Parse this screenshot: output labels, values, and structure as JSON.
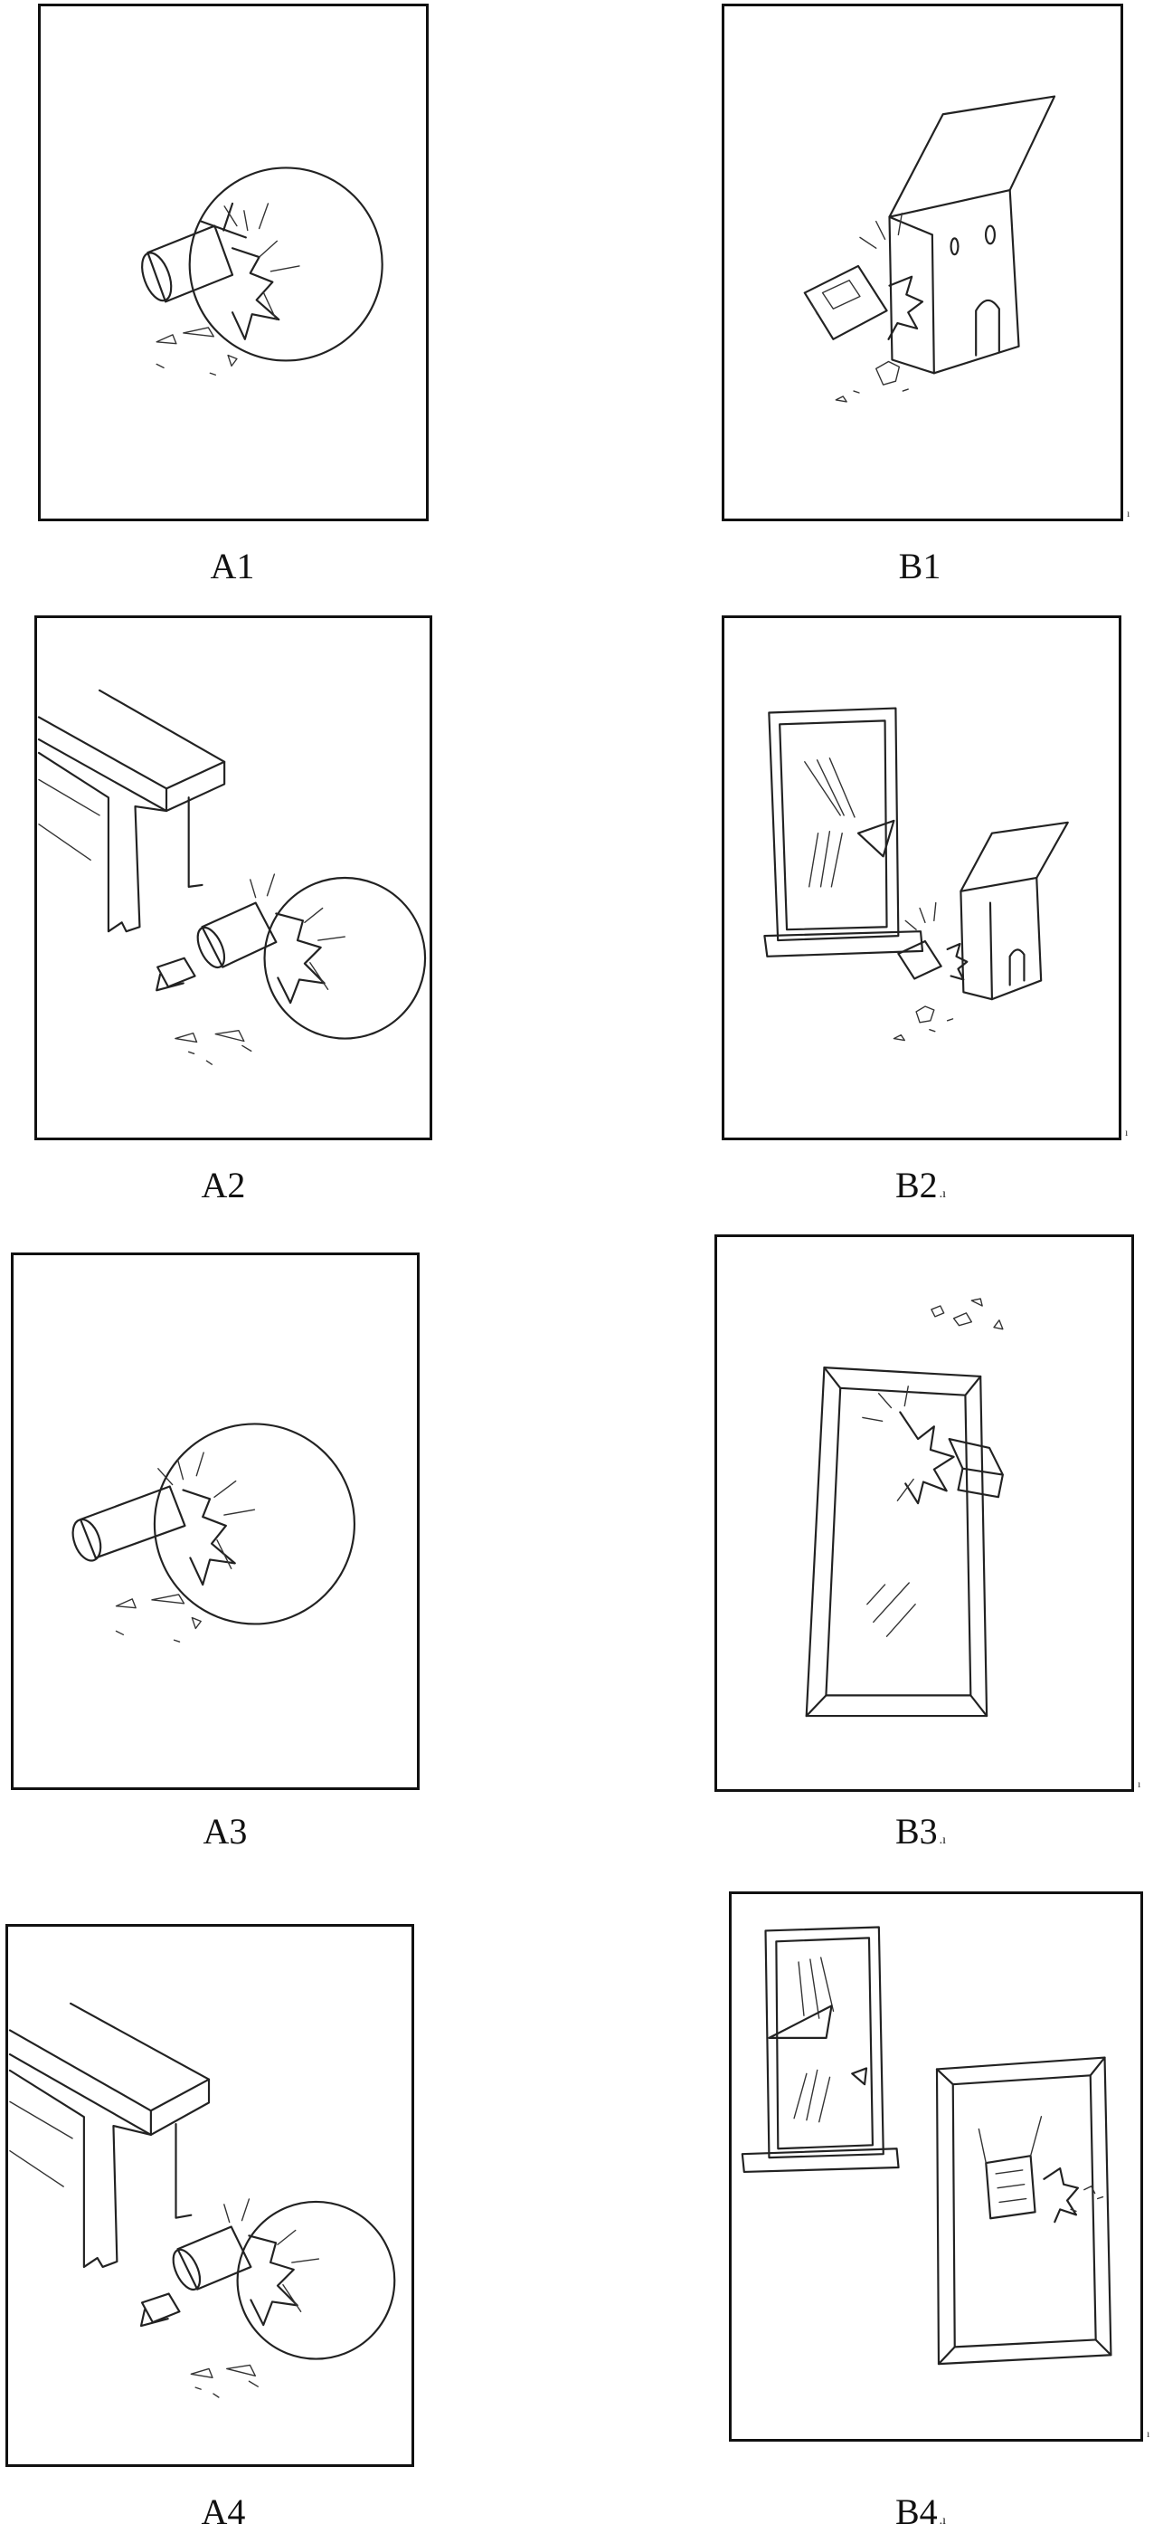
{
  "panels": [
    {
      "id": "A1",
      "label": "A1",
      "suffix": ""
    },
    {
      "id": "B1",
      "label": "B1",
      "suffix": ""
    },
    {
      "id": "A2",
      "label": "A2",
      "suffix": ""
    },
    {
      "id": "B2",
      "label": "B2",
      "suffix": ".ı"
    },
    {
      "id": "A3",
      "label": "A3",
      "suffix": ""
    },
    {
      "id": "B3",
      "label": "B3",
      "suffix": ".ı"
    },
    {
      "id": "A4",
      "label": "A4",
      "suffix": ""
    },
    {
      "id": "B4",
      "label": "B4",
      "suffix": ".ı"
    }
  ],
  "edge_marks": {
    "b1": "ı",
    "b2": "ı",
    "b3": "ı",
    "b4": "ı"
  },
  "colors": {
    "ink": "#222222",
    "frame": "#111111",
    "paper": "#ffffff"
  }
}
